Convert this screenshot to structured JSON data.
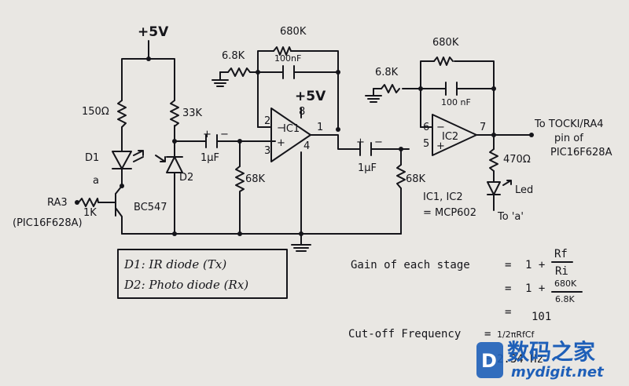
{
  "supply": "+5V",
  "ic1_supply": "+5V",
  "resistors": {
    "r_led": "150Ω",
    "r_photo": "33K",
    "r_base": "1K",
    "r_in1": "6.8K",
    "r_f1": "680K",
    "r_bias1": "68K",
    "r_in2": "6.8K",
    "r_f2": "680K",
    "r_bias2": "68K",
    "r_out": "470Ω"
  },
  "capacitors": {
    "c_f1": "100nF",
    "c_f2": "100 nF",
    "c_c1": "1µF",
    "c_c2": "1µF"
  },
  "components": {
    "d1": "D1",
    "d2": "D2",
    "node_a": "a",
    "transistor": "BC547",
    "ra3": "RA3",
    "ra3_pic": "(PIC16F628A)",
    "ic1": "IC1",
    "ic2": "IC2",
    "led": "Led",
    "led_to": "To 'a'",
    "plus": "+",
    "minus": "−"
  },
  "pins": {
    "ic1_inv": "2",
    "ic1_noninv": "3",
    "ic1_out": "1",
    "ic1_vcc": "8",
    "ic1_gnd": "4",
    "ic2_inv": "6",
    "ic2_noninv": "5",
    "ic2_out": "7"
  },
  "output": {
    "line1": "To TOCKI/RA4",
    "line2": "pin of",
    "line3": "PIC16F628A"
  },
  "ic_note": {
    "line1": "IC1, IC2",
    "line2": "= MCP602"
  },
  "legend": {
    "d1": "D1:  IR diode (Tx)",
    "d2": "D2:  Photo diode (Rx)"
  },
  "equations": {
    "gain_label": "Gain of each stage",
    "eq": "=",
    "one_plus": "1 +",
    "rf": "Rf",
    "ri": "Ri",
    "num": "680K",
    "den": "6.8K",
    "result": "101",
    "cutoff_label": "Cut-off Frequency",
    "cutoff_formula": "1/2πRfCf",
    "cutoff_value": "2.34 Hz"
  },
  "watermark": {
    "cn": "数码之家",
    "url": "mydigit.net"
  }
}
